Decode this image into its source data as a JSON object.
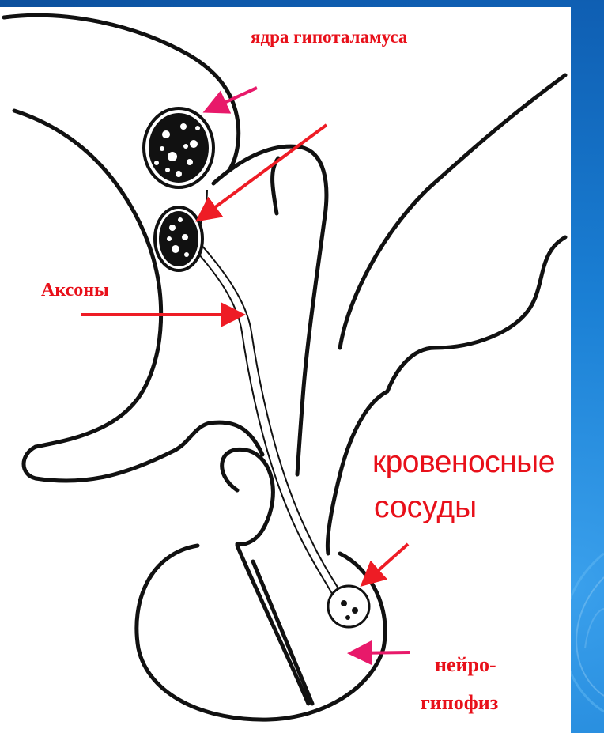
{
  "labels": {
    "nuclei": "ядра гипоталамуса",
    "axons": "Аксоны",
    "vessels_line1": "кровеносные",
    "vessels_line2": "сосуды",
    "neuro_line1": "нейро-",
    "neuro_line2": "гипофиз"
  },
  "colors": {
    "label_red": "#e8101a",
    "arrow_red": "#ee1c25",
    "arrow_magenta": "#e8196a",
    "drawing_ink": "#111111",
    "slide_blue": "#1670c6"
  }
}
